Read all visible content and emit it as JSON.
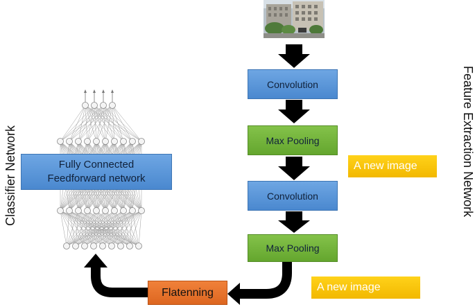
{
  "labels": {
    "classifier_network": "Classifier Network",
    "feature_extraction_network": "Feature Extraction Network"
  },
  "boxes": {
    "convolution_1": "Convolution",
    "max_pooling_1": "Max Pooling",
    "convolution_2": "Convolution",
    "max_pooling_2": "Max Pooling",
    "flattening": "Flatenning",
    "fully_connected_line1": "Fully Connected",
    "fully_connected_line2": "Feedforward network"
  },
  "callouts": {
    "new_image_1": "A new image",
    "new_image_2": "A new image"
  },
  "colors": {
    "convolution": "#5b97d9",
    "max_pooling": "#72b43c",
    "flattening": "#e8732c",
    "callout": "#fbc40c",
    "arrow": "#000000"
  },
  "icons": {
    "input_image": "building-photo-icon"
  }
}
